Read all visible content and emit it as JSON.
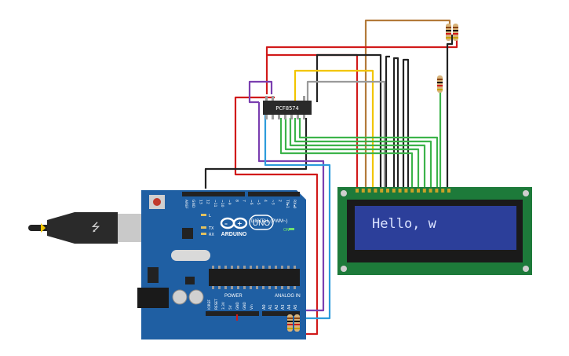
{
  "arduino": {
    "brand": "ARDUINO",
    "model": "UNO",
    "digital_label": "DIGITAL (PWM~)",
    "power_label": "POWER",
    "analog_label": "ANALOG IN",
    "on_label": "ON",
    "tx_label": "TX",
    "rx_label": "RX",
    "l_label": "L",
    "top_pins": [
      "AREF",
      "GND",
      "13",
      "12",
      "~11",
      "~10",
      "~9",
      "8",
      "7",
      "~6",
      "~5",
      "4",
      "~3",
      "2",
      "TX▸1",
      "RX◂0"
    ],
    "power_pins": [
      "IOREF",
      "RESET",
      "3.3V",
      "5V",
      "GND",
      "GND",
      "Vin"
    ],
    "analog_pins": [
      "A0",
      "A1",
      "A2",
      "A3",
      "A4",
      "A5"
    ]
  },
  "expander": {
    "chip_label": "PCF8574"
  },
  "lcd": {
    "display_text": "Hello, w",
    "screen_color": "#2c3f9a",
    "text_color": "#dbe3ff"
  },
  "colors": {
    "board": "#1f5fa3",
    "lcd_pcb": "#1d7a3a",
    "wire_red": "#d11a1a",
    "wire_black": "#222222",
    "wire_green": "#3cb34a",
    "wire_yellow": "#f2c500",
    "wire_purple": "#7b3fb0",
    "wire_blue": "#2d9cdb",
    "wire_gray": "#9a9a9a",
    "wire_brown": "#b37a3a"
  }
}
